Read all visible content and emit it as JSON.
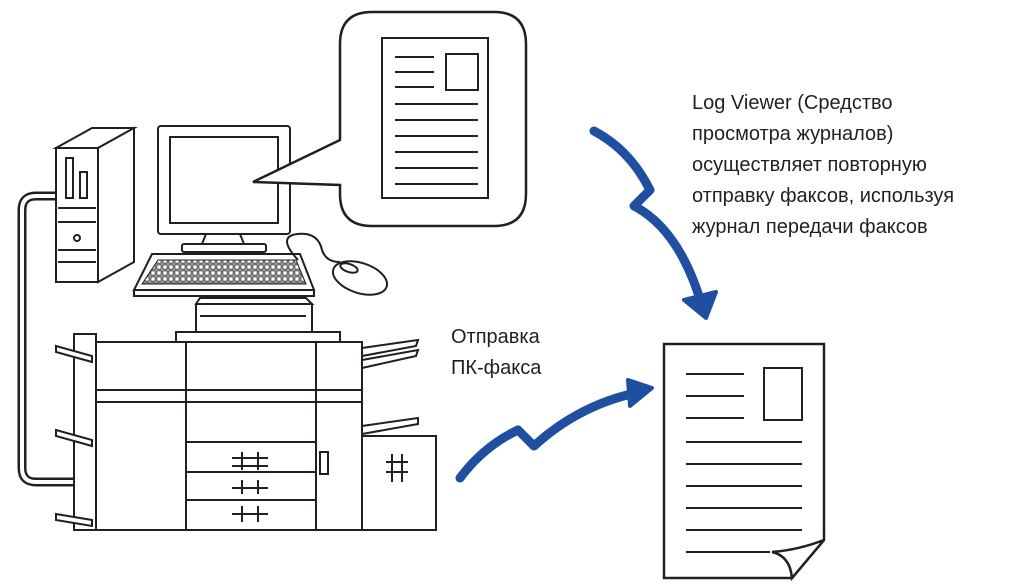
{
  "labels": {
    "log_viewer_lines": [
      "Log Viewer (Средство",
      "просмотра журналов)",
      "осуществляет повторную",
      "отправку факсов, используя",
      "журнал передачи факсов"
    ],
    "pc_fax_lines": [
      "Отправка",
      "ПК-факса"
    ]
  },
  "colors": {
    "arrow": "#1f4fa0",
    "line": "#231f20",
    "background": "#ffffff"
  },
  "icons": [
    "computer-tower-icon",
    "monitor-icon",
    "keyboard-icon",
    "mouse-icon",
    "speech-bubble-icon",
    "document-icon",
    "multifunction-printer-icon",
    "zigzag-arrow-icon",
    "fax-document-icon"
  ]
}
